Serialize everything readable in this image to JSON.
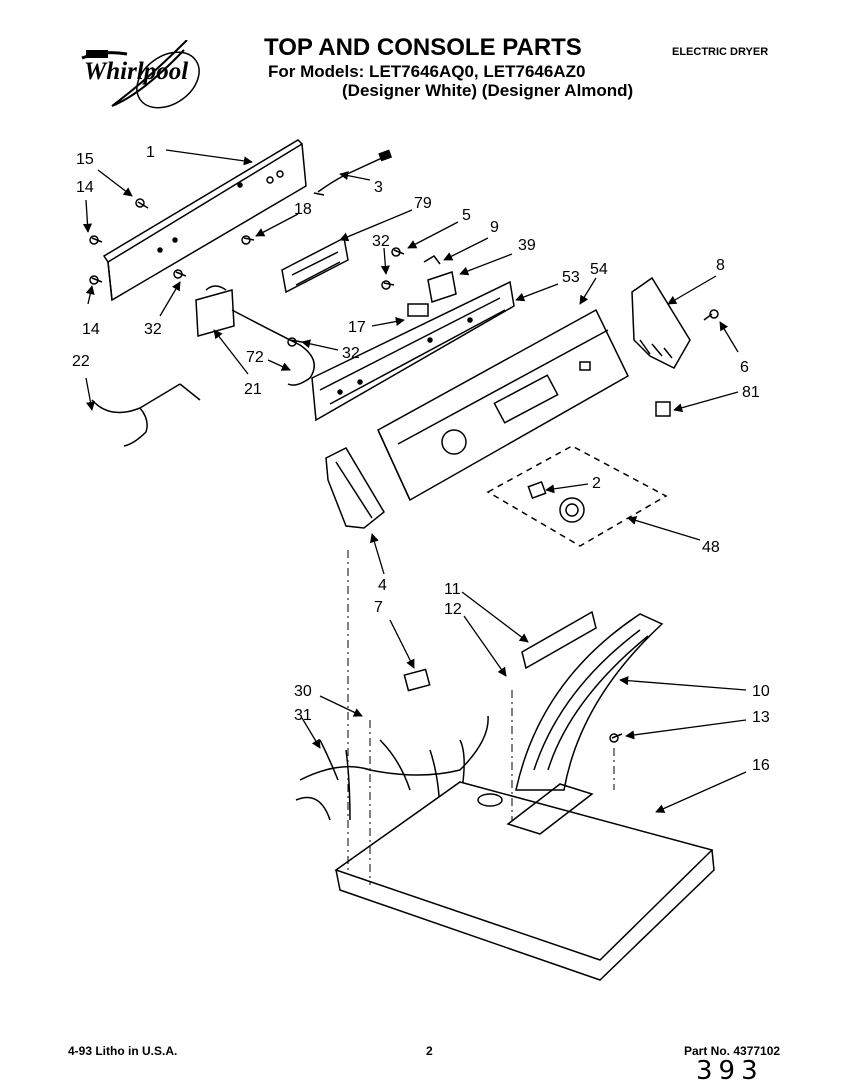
{
  "header": {
    "brand": "Whirlpool",
    "title": "TOP AND CONSOLE PARTS",
    "models_line1": "For Models: LET7646AQ0, LET7646AZ0",
    "models_line2": "(Designer White) (Designer Almond)",
    "appliance_type": "ELECTRIC DRYER"
  },
  "callouts": [
    "1",
    "15",
    "3",
    "14",
    "18",
    "79",
    "5",
    "9",
    "32",
    "39",
    "54",
    "53",
    "8",
    "14",
    "32",
    "17",
    "6",
    "72",
    "32",
    "22",
    "21",
    "81",
    "2",
    "48",
    "4",
    "7",
    "11",
    "12",
    "10",
    "30",
    "31",
    "13",
    "16"
  ],
  "footer": {
    "litho": "4-93 Litho in U.S.A.",
    "page": "2",
    "part_no": "Part No. 4377102",
    "handwritten": "393"
  }
}
